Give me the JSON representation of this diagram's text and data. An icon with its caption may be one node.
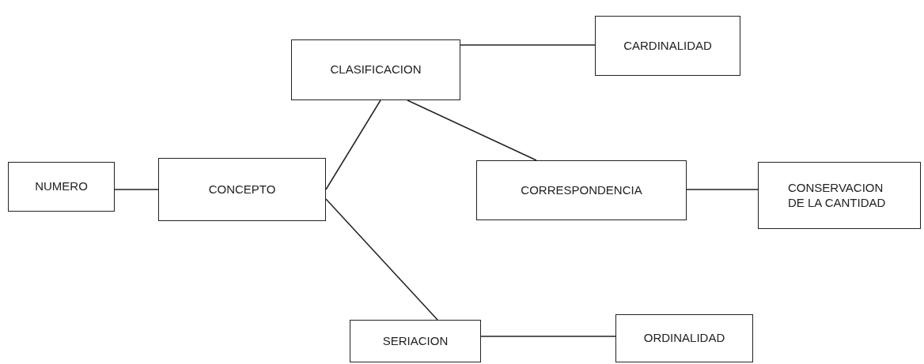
{
  "diagram": {
    "nodes": [
      {
        "text": [
          "CLASIFICACION"
        ]
      },
      {
        "text": [
          "CARDINALIDAD"
        ]
      },
      {
        "text": [
          "NUMERO"
        ]
      },
      {
        "text": [
          "CONCEPTO"
        ]
      },
      {
        "text": [
          "CORRESPONDENCIA"
        ]
      },
      {
        "text": [
          "CONSERVACION DE LA CANTIDAD"
        ]
      },
      {
        "text": [
          "SERIACION"
        ]
      },
      {
        "text": [
          "ORDINALIDAD"
        ]
      }
    ],
    "edges": [
      {
        "from": 0,
        "to": 1,
        "arrow": "none"
      },
      {
        "from": 2,
        "to": 3,
        "arrow": "none"
      },
      {
        "from": 3,
        "to": 0,
        "arrow": "none"
      },
      {
        "from": 0,
        "to": 4,
        "arrow": "none"
      },
      {
        "from": 4,
        "to": 5,
        "arrow": "none"
      },
      {
        "from": 3,
        "to": 6,
        "arrow": "none"
      },
      {
        "from": 6,
        "to": 7,
        "arrow": "none"
      }
    ]
  }
}
